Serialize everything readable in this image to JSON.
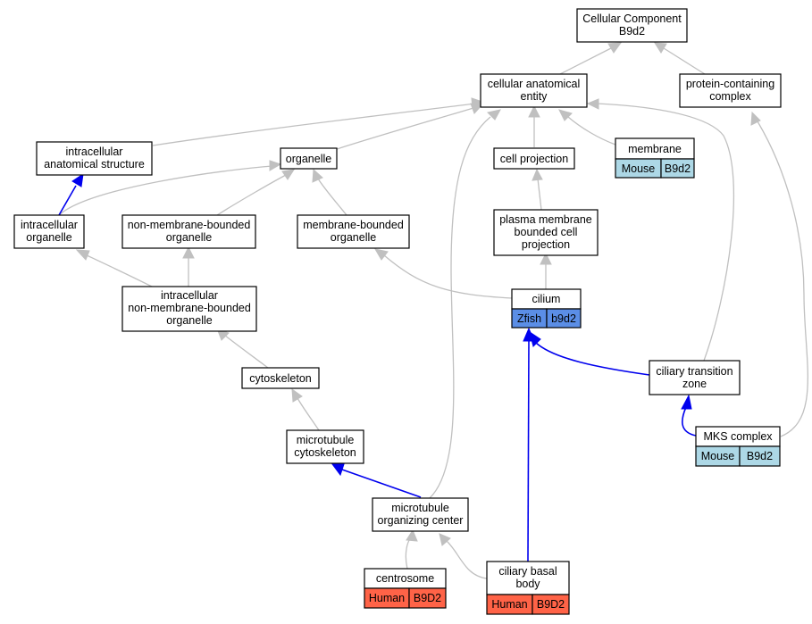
{
  "colors": {
    "mouse": "#add8e6",
    "zfish": "#5b8ee6",
    "human": "#ff6347",
    "gray_edge": "#c0c0c0",
    "blue_edge": "#0000ee"
  },
  "nodes": {
    "cellular_component": {
      "line1": "Cellular Component",
      "line2": "B9d2"
    },
    "cellular_anatomical_entity": {
      "line1": "cellular anatomical",
      "line2": "entity"
    },
    "protein_containing_complex": {
      "line1": "protein-containing",
      "line2": "complex"
    },
    "intracellular_anatomical_structure": {
      "line1": "intracellular",
      "line2": "anatomical structure"
    },
    "organelle": {
      "line1": "organelle"
    },
    "cell_projection": {
      "line1": "cell projection"
    },
    "membrane": {
      "line1": "membrane",
      "species": "Mouse",
      "gene": "B9d2"
    },
    "intracellular_organelle": {
      "line1": "intracellular",
      "line2": "organelle"
    },
    "non_membrane_bounded_organelle": {
      "line1": "non-membrane-bounded",
      "line2": "organelle"
    },
    "membrane_bounded_organelle": {
      "line1": "membrane-bounded",
      "line2": "organelle"
    },
    "plasma_membrane_bounded_cell_projection": {
      "line1": "plasma membrane",
      "line2": "bounded cell",
      "line3": "projection"
    },
    "intracellular_non_membrane_bounded_organelle": {
      "line1": "intracellular",
      "line2": "non-membrane-bounded",
      "line3": "organelle"
    },
    "cilium": {
      "line1": "cilium",
      "species": "Zfish",
      "gene": "b9d2"
    },
    "cytoskeleton": {
      "line1": "cytoskeleton"
    },
    "ciliary_transition_zone": {
      "line1": "ciliary transition",
      "line2": "zone"
    },
    "mks_complex": {
      "line1": "MKS complex",
      "species": "Mouse",
      "gene": "B9d2"
    },
    "microtubule_cytoskeleton": {
      "line1": "microtubule",
      "line2": "cytoskeleton"
    },
    "microtubule_organizing_center": {
      "line1": "microtubule",
      "line2": "organizing center"
    },
    "centrosome": {
      "line1": "centrosome",
      "species": "Human",
      "gene": "B9D2"
    },
    "ciliary_basal_body": {
      "line1": "ciliary basal",
      "line2": "body",
      "species": "Human",
      "gene": "B9D2"
    }
  }
}
